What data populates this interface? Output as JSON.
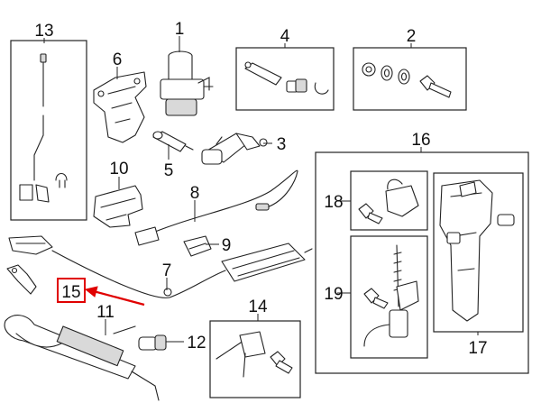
{
  "callouts": {
    "n1": "1",
    "n2": "2",
    "n4": "4",
    "n6": "6",
    "n13": "13",
    "n3": "3",
    "n5": "5",
    "n16": "16",
    "n10": "10",
    "n8": "8",
    "n18": "18",
    "n9": "9",
    "n7": "7",
    "n15": "15",
    "n19": "19",
    "n11": "11",
    "n14": "14",
    "n12": "12",
    "n17": "17"
  },
  "colors": {
    "highlight": "#e00000",
    "line": "#222222",
    "shade": "#d9d9d9"
  }
}
